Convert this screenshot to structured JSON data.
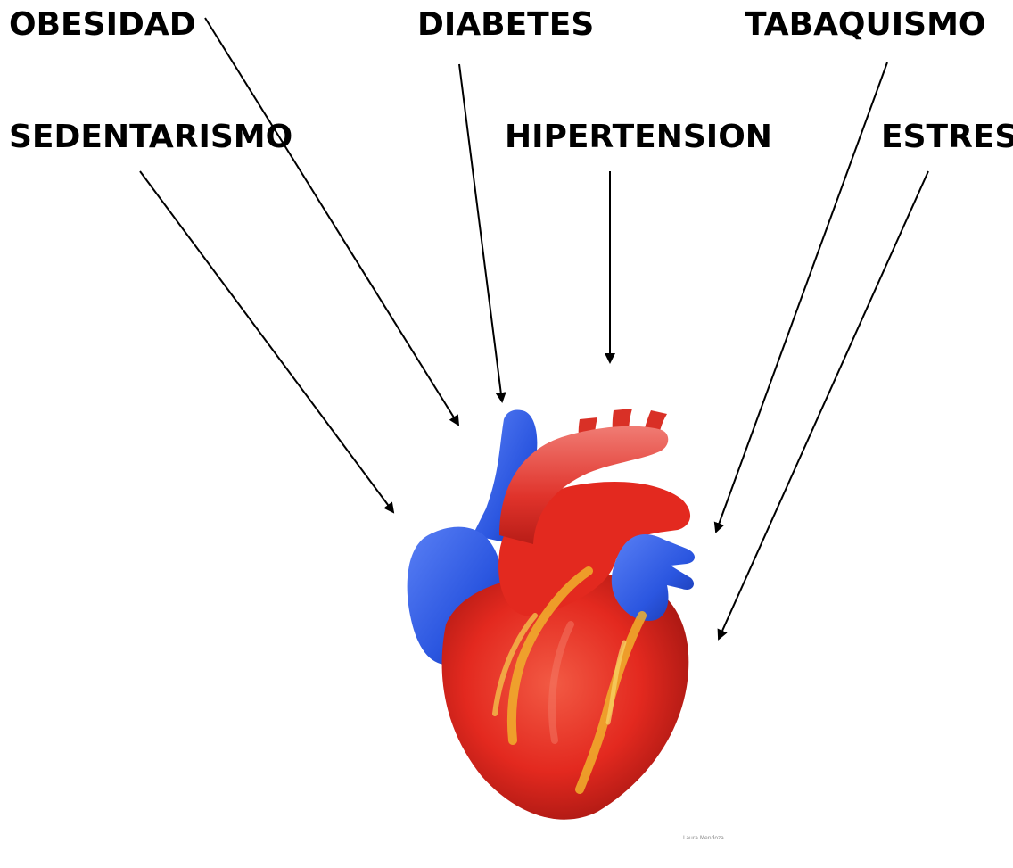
{
  "labels": {
    "obesidad": "OBESIDAD",
    "diabetes": "DIABETES",
    "tabaquismo": "TABAQUISMO",
    "sedentarismo": "SEDENTARISMO",
    "hipertension": "HIPERTENSION",
    "estres": "ESTRES"
  },
  "credit": "Laura Mendoza",
  "colors": {
    "arrow": "#000000",
    "artery": "#e02a22",
    "vein": "#2b56e0",
    "fat": "#f0b02c"
  }
}
